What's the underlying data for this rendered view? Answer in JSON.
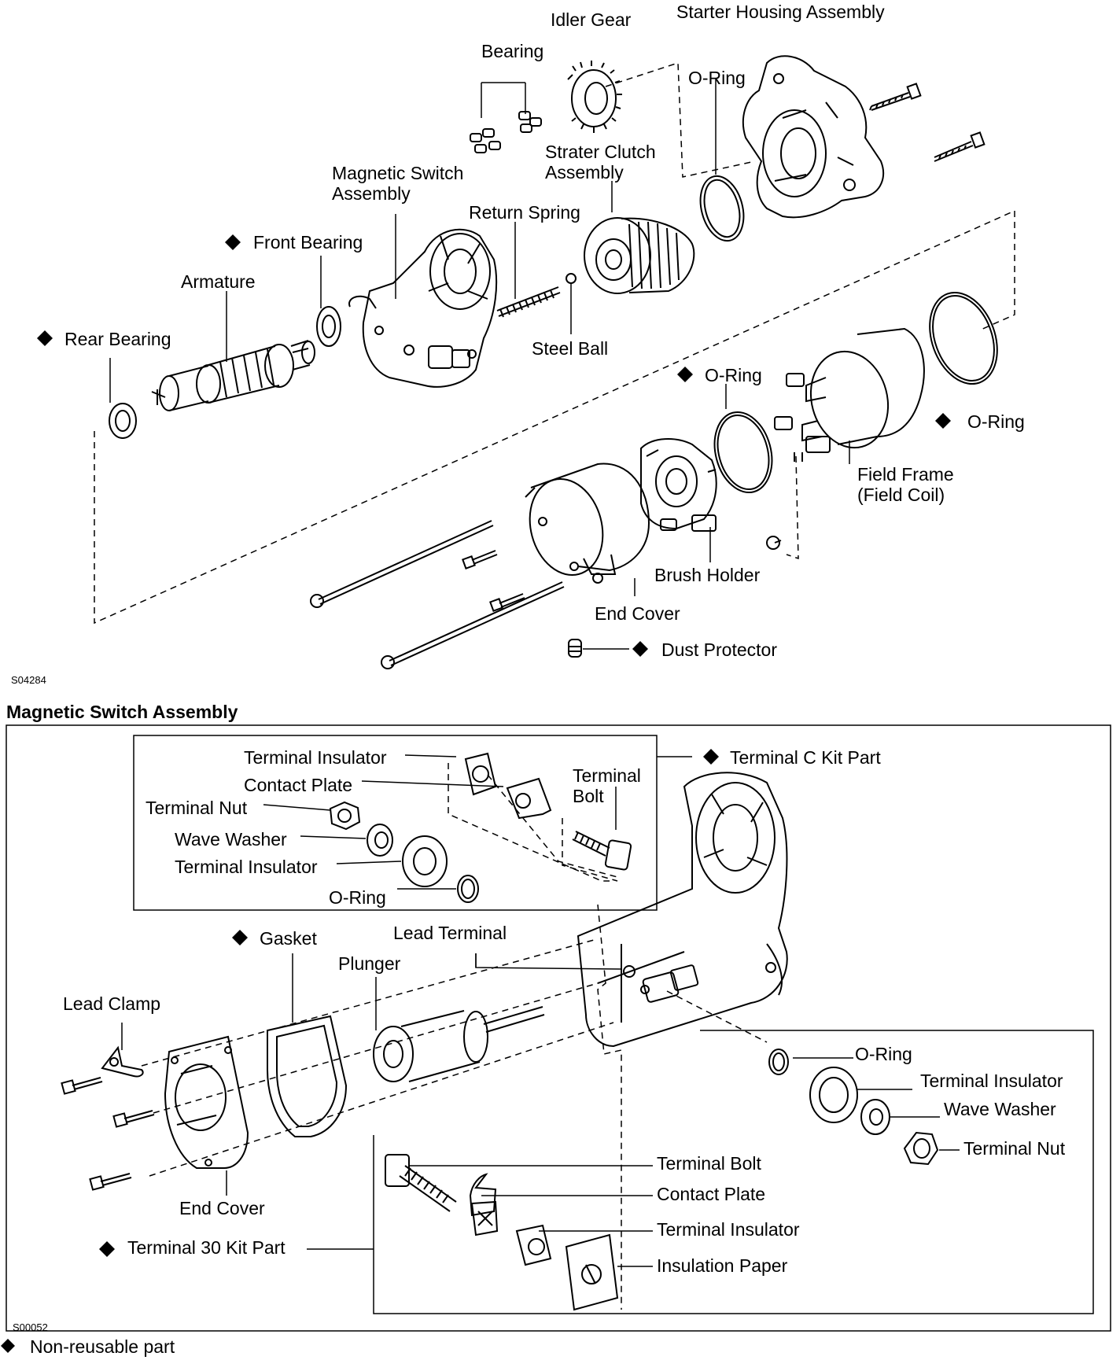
{
  "top": {
    "labels": {
      "idler_gear": "Idler Gear",
      "starter_housing": "Starter Housing Assembly",
      "bearing": "Bearing",
      "o_ring_top": "O-Ring",
      "strater_clutch": "Strater Clutch\nAssembly",
      "magnetic_switch": "Magnetic Switch\nAssembly",
      "return_spring": "Return Spring",
      "front_bearing": "Front Bearing",
      "armature": "Armature",
      "rear_bearing": "Rear Bearing",
      "steel_ball": "Steel Ball",
      "o_ring_mid": "O-Ring",
      "o_ring_right": "O-Ring",
      "field_frame": "Field Frame\n(Field Coil)",
      "brush_holder": "Brush Holder",
      "end_cover": "End Cover",
      "dust_protector": "Dust Protector"
    },
    "code": "S04284"
  },
  "bottom": {
    "title": "Magnetic Switch Assembly",
    "labels": {
      "terminal_insulator_1": "Terminal Insulator",
      "contact_plate_1": "Contact Plate",
      "terminal_nut_1": "Terminal Nut",
      "wave_washer_1": "Wave Washer",
      "terminal_insulator_2": "Terminal Insulator",
      "o_ring_1": "O-Ring",
      "terminal_bolt_1": "Terminal\nBolt",
      "terminal_c_kit": "Terminal C Kit Part",
      "lead_terminal": "Lead Terminal",
      "gasket": "Gasket",
      "plunger": "Plunger",
      "lead_clamp": "Lead Clamp",
      "end_cover": "End Cover",
      "terminal_30_kit": "Terminal 30 Kit Part",
      "o_ring_2": "O-Ring",
      "terminal_insulator_3": "Terminal Insulator",
      "wave_washer_2": "Wave Washer",
      "terminal_nut_2": "Terminal Nut",
      "terminal_bolt_2": "Terminal Bolt",
      "contact_plate_2": "Contact Plate",
      "terminal_insulator_4": "Terminal Insulator",
      "insulation_paper": "Insulation Paper"
    },
    "code": "S00052"
  },
  "legend": {
    "symbol": "◆",
    "text": "Non-reusable part"
  }
}
